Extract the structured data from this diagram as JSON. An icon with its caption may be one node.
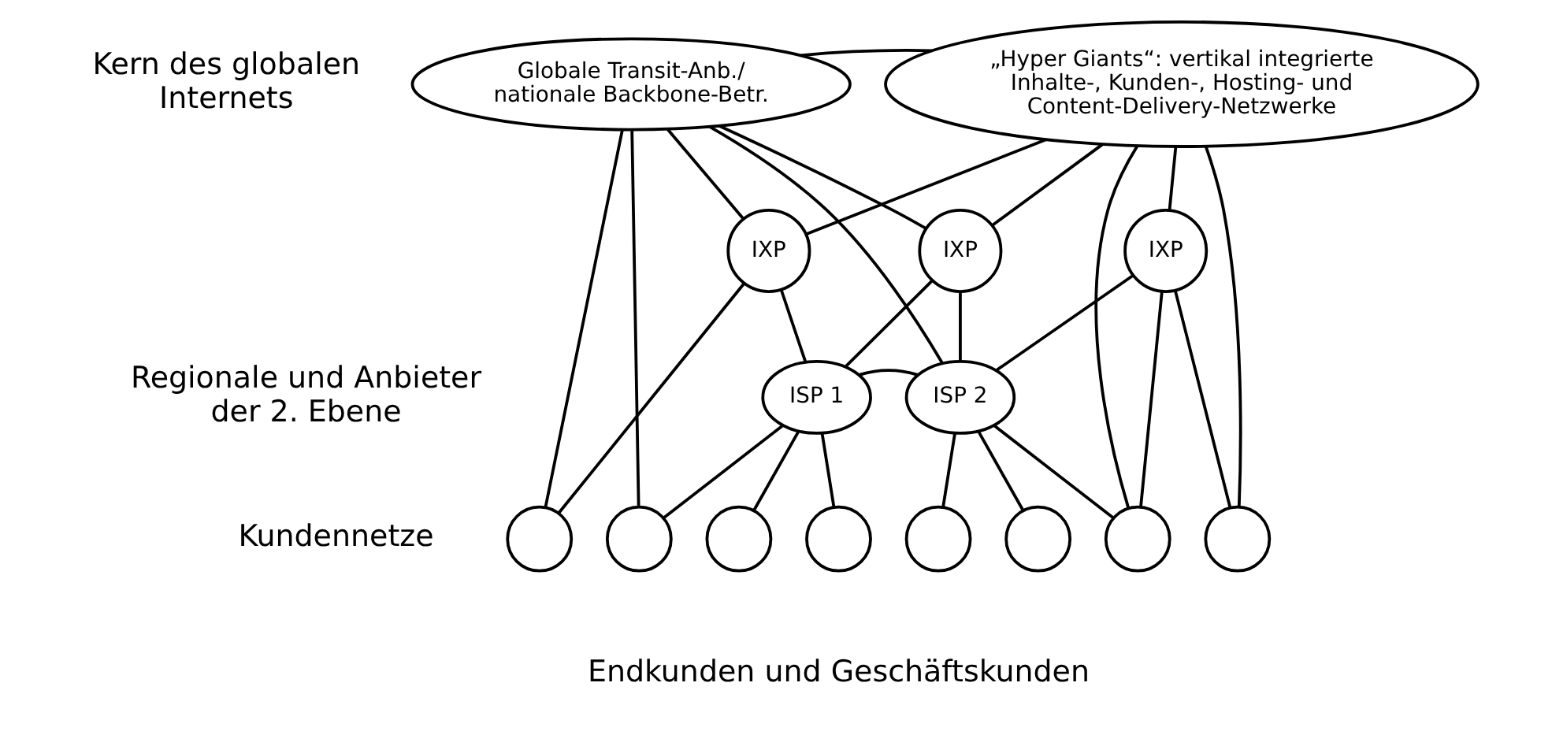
{
  "diagram": {
    "nodes": [
      {
        "text": [
          "Globale Transit-Anb./ nationale Backbone-Betr."
        ]
      },
      {
        "text": [
          "„Hyper Giants“: vertikal integrierte Inhalte-, Kunden-, Hosting- und Content-Delivery-Netzwerke"
        ]
      },
      {
        "text": [
          "IXP"
        ]
      },
      {
        "text": [
          "IXP"
        ]
      },
      {
        "text": [
          "IXP"
        ]
      },
      {
        "text": [
          "ISP 1"
        ]
      },
      {
        "text": [
          "ISP 2"
        ]
      },
      {
        "text": [],
        "shape": "circle"
      },
      {
        "text": [],
        "shape": "circle"
      },
      {
        "text": [],
        "shape": "circle"
      },
      {
        "text": [],
        "shape": "circle"
      },
      {
        "text": [],
        "shape": "circle"
      },
      {
        "text": [],
        "shape": "circle"
      },
      {
        "text": [],
        "shape": "circle"
      },
      {
        "text": [],
        "shape": "circle"
      }
    ],
    "edges": [
      {
        "from": 0,
        "to": 1,
        "arrow": "none"
      },
      {
        "from": 0,
        "to": 7,
        "arrow": "none"
      },
      {
        "from": 0,
        "to": 8,
        "arrow": "none"
      },
      {
        "from": 0,
        "to": 2,
        "arrow": "none"
      },
      {
        "from": 0,
        "to": 3,
        "arrow": "none"
      },
      {
        "from": 0,
        "to": 6,
        "arrow": "none"
      },
      {
        "from": 1,
        "to": 2,
        "arrow": "none"
      },
      {
        "from": 1,
        "to": 3,
        "arrow": "none"
      },
      {
        "from": 1,
        "to": 13,
        "arrow": "none"
      },
      {
        "from": 1,
        "to": 14,
        "arrow": "none"
      },
      {
        "from": 1,
        "to": 4,
        "arrow": "none"
      },
      {
        "from": 2,
        "to": 5,
        "arrow": "none"
      },
      {
        "from": 2,
        "to": 7,
        "arrow": "none"
      },
      {
        "from": 3,
        "to": 5,
        "arrow": "none"
      },
      {
        "from": 3,
        "to": 6,
        "arrow": "none"
      },
      {
        "from": 4,
        "to": 6,
        "arrow": "none"
      },
      {
        "from": 4,
        "to": 13,
        "arrow": "none"
      },
      {
        "from": 4,
        "to": 14,
        "arrow": "none"
      },
      {
        "from": 5,
        "to": 6,
        "arrow": "none"
      },
      {
        "from": 5,
        "to": 8,
        "arrow": "none"
      },
      {
        "from": 5,
        "to": 9,
        "arrow": "none"
      },
      {
        "from": 5,
        "to": 10,
        "arrow": "none"
      },
      {
        "from": 6,
        "to": 11,
        "arrow": "none"
      },
      {
        "from": 6,
        "to": 12,
        "arrow": "none"
      },
      {
        "from": 6,
        "to": 13,
        "arrow": "none"
      }
    ],
    "labels": [
      "Kern des globalen Internets",
      "Regionale und Anbieter der 2. Ebene",
      "Kundennetze",
      "Endkunden und Geschäftskunden"
    ]
  }
}
